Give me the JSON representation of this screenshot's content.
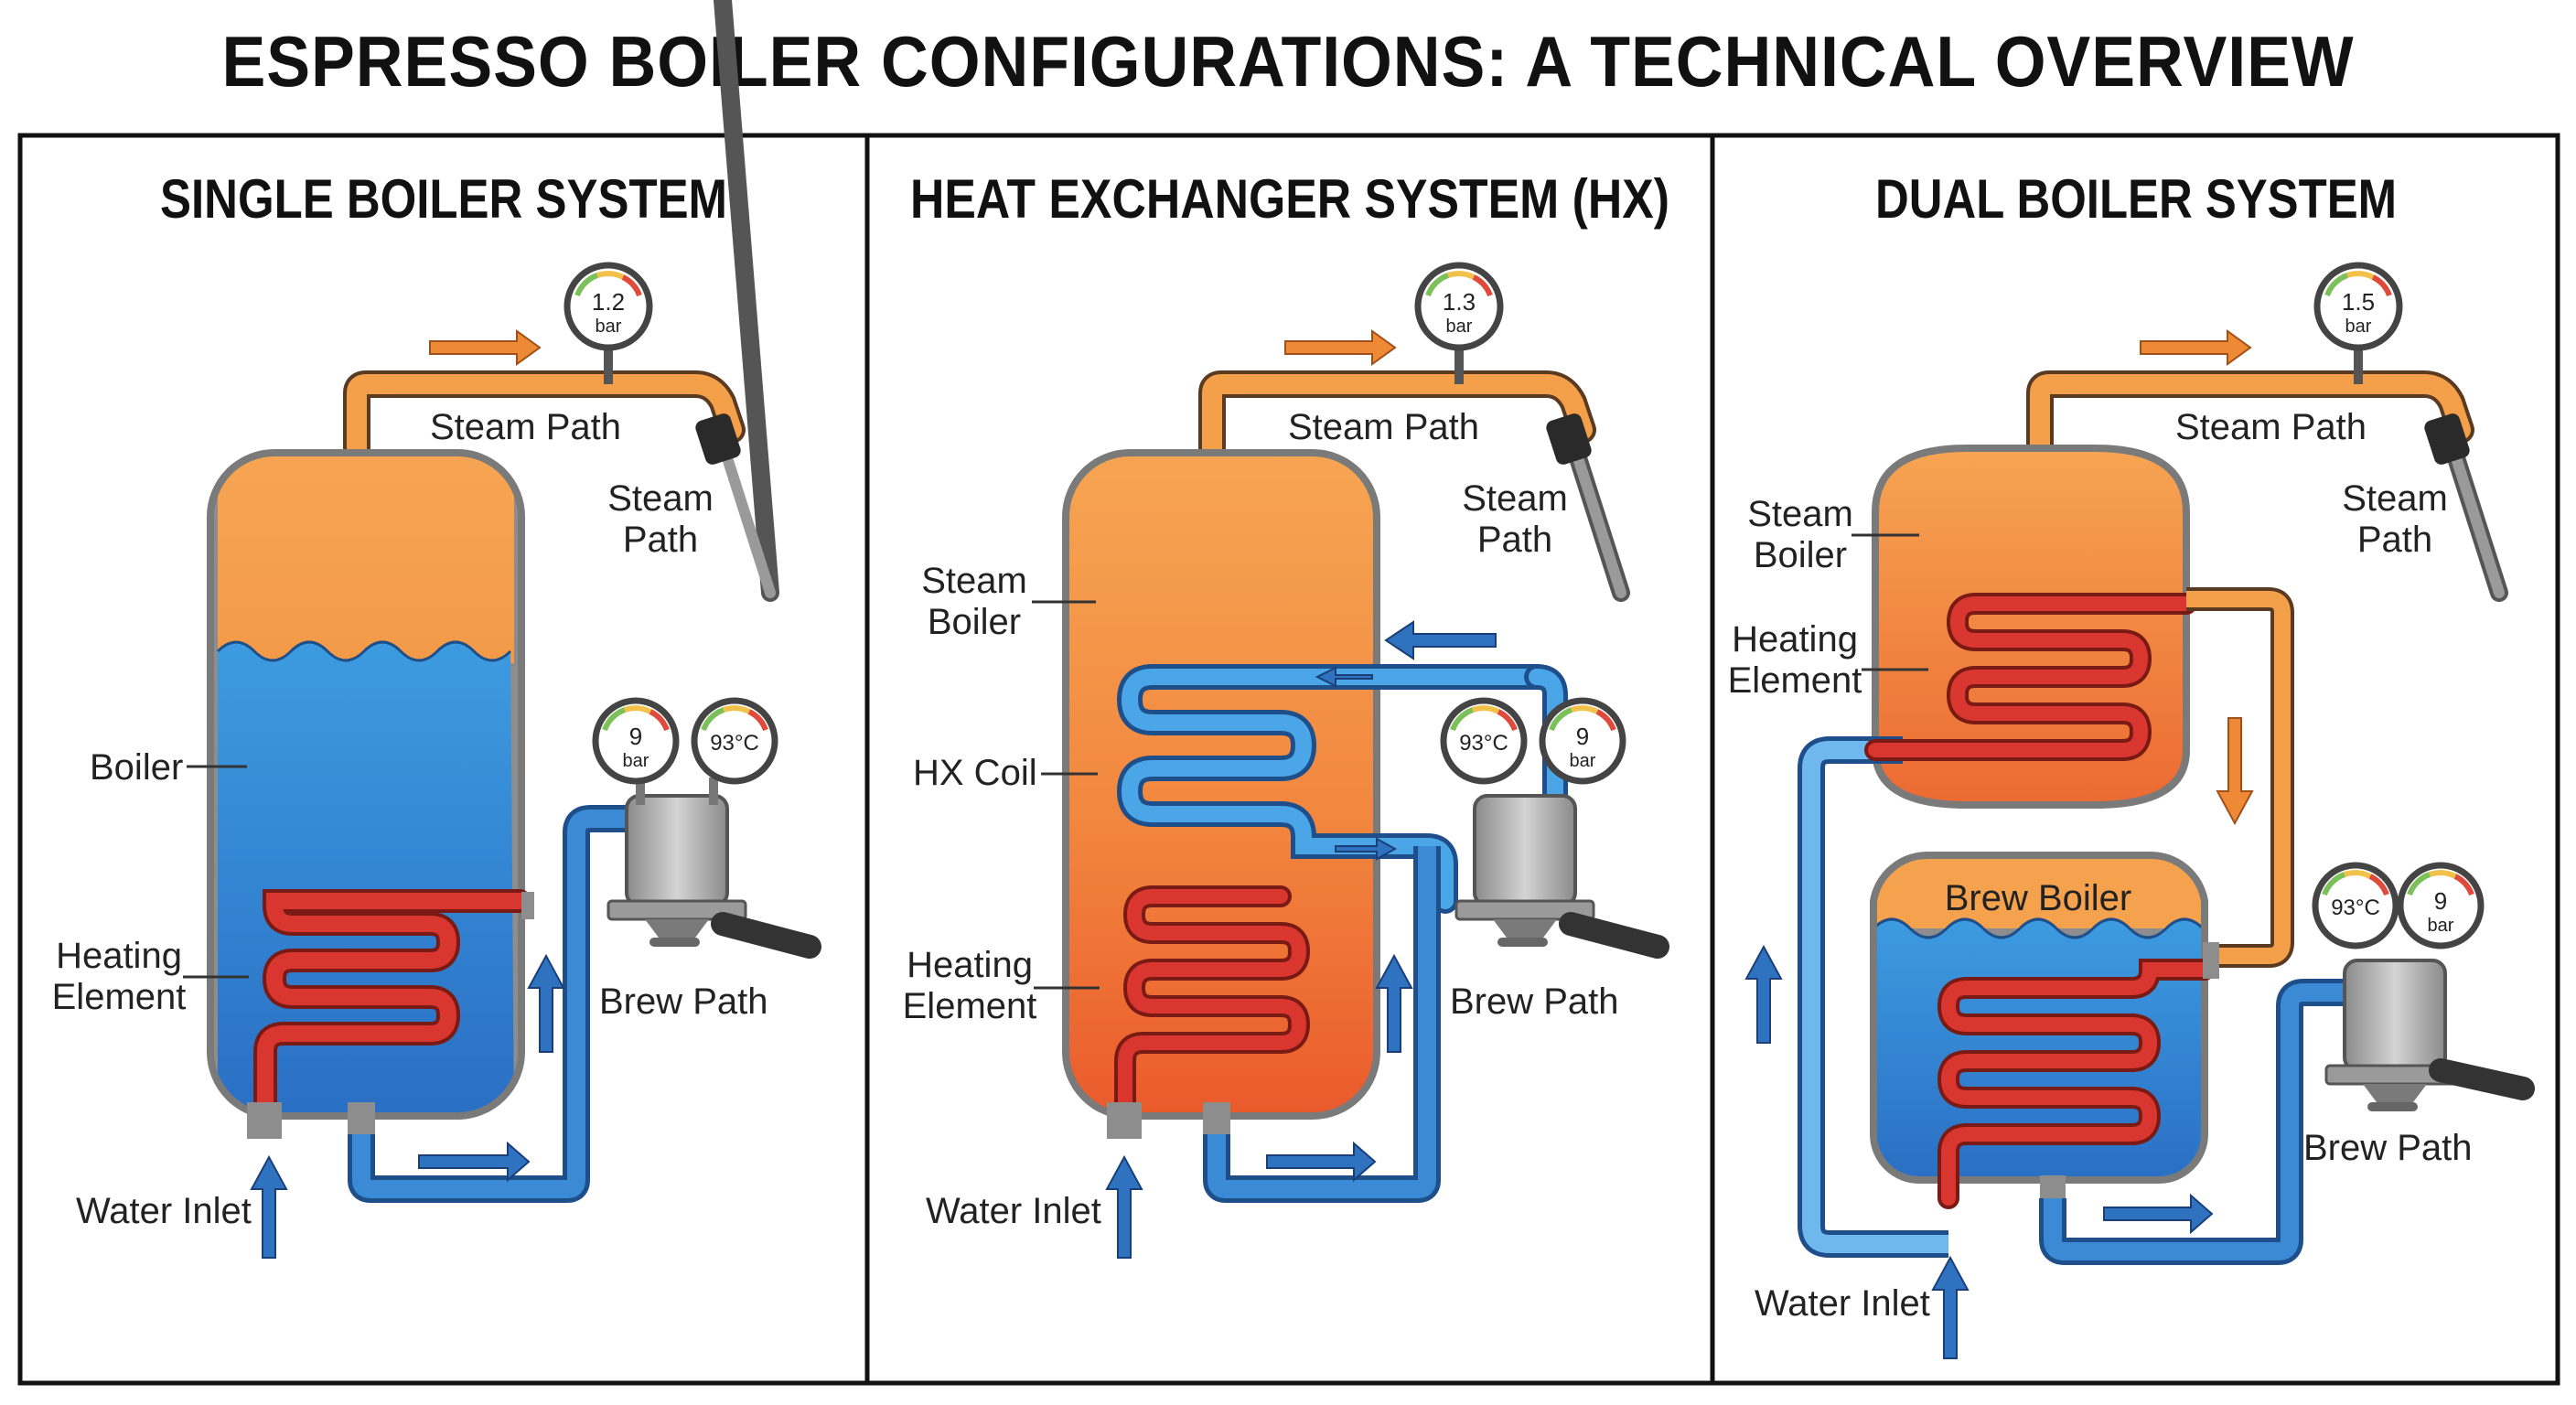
{
  "title": "ESPRESSO BOILER CONFIGURATIONS: A TECHNICAL OVERVIEW",
  "colors": {
    "steam": "#f4a04a",
    "steam_dark": "#e8742a",
    "water": "#2f86d0",
    "water_light": "#4aa6e6",
    "heating": "#d8362e",
    "pipe_outline": "#3a3a3a",
    "arrow_orange": "#ee8a36",
    "arrow_blue": "#2f73c0"
  },
  "panels": [
    {
      "title": "SINGLE BOILER SYSTEM",
      "labels": {
        "steam_path_top": "Steam Path",
        "steam_wand": "Steam\nPath",
        "boiler": "Boiler",
        "heating_element": "Heating\nElement",
        "brew_path": "Brew Path",
        "water_inlet": "Water Inlet"
      },
      "gauges": {
        "steam": {
          "value": "1.2",
          "unit": "bar"
        },
        "brew_pressure": {
          "value": "9",
          "unit": "bar"
        },
        "brew_temp": {
          "value": "93°C"
        }
      }
    },
    {
      "title": "HEAT EXCHANGER SYSTEM (HX)",
      "labels": {
        "steam_path_top": "Steam Path",
        "steam_wand": "Steam\nPath",
        "steam_boiler": "Steam\nBoiler",
        "hx_coil": "HX Coil",
        "heating_element": "Heating\nElement",
        "brew_path": "Brew Path",
        "water_inlet": "Water Inlet"
      },
      "gauges": {
        "steam": {
          "value": "1.3",
          "unit": "bar"
        },
        "brew_temp": {
          "value": "93°C"
        },
        "brew_pressure": {
          "value": "9",
          "unit": "bar"
        }
      }
    },
    {
      "title": "DUAL BOILER SYSTEM",
      "labels": {
        "steam_path_top": "Steam Path",
        "steam_wand": "Steam\nPath",
        "steam_boiler": "Steam\nBoiler",
        "heating_element": "Heating\nElement",
        "brew_boiler": "Brew Boiler",
        "brew_path": "Brew Path",
        "water_inlet": "Water Inlet"
      },
      "gauges": {
        "steam": {
          "value": "1.5",
          "unit": "bar"
        },
        "brew_temp": {
          "value": "93°C"
        },
        "brew_pressure": {
          "value": "9",
          "unit": "bar"
        }
      }
    }
  ]
}
